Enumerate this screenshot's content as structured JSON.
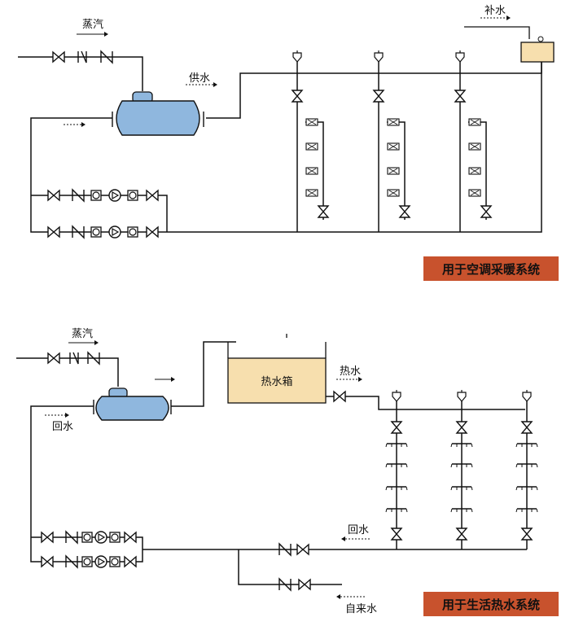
{
  "top": {
    "steam_label": "蒸汽",
    "supply_label": "供水",
    "makeup_label": "补水",
    "caption": "用于空调采暖系统"
  },
  "bottom": {
    "steam_label": "蒸汽",
    "return_left_label": "回水",
    "hot_water_label": "热水",
    "tank_label": "热水箱",
    "return_label": "回水",
    "tap_water_label": "自来水",
    "caption": "用于生活热水系统"
  },
  "colors": {
    "pipe": "#111111",
    "vessel_fill": "#8fb7de",
    "tank_fill": "#f7dfae",
    "caption_bg": "#c8522d"
  }
}
